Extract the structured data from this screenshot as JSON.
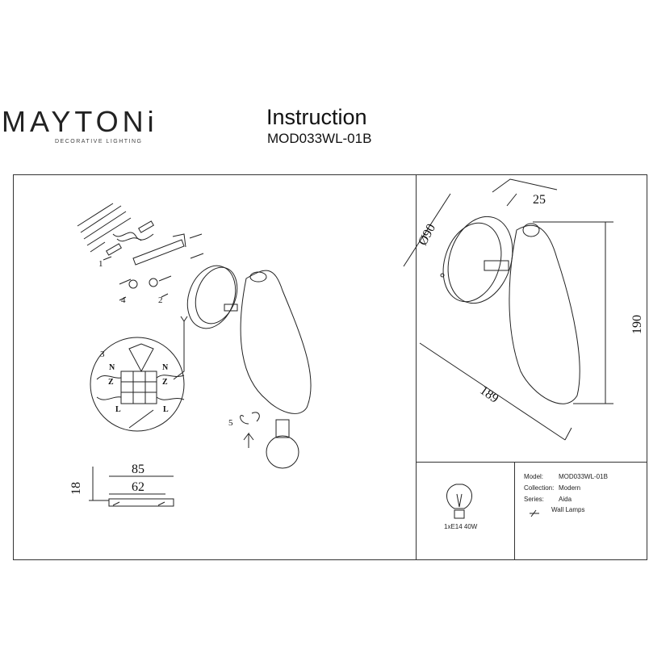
{
  "header": {
    "brand": "MAYTONi",
    "brand_sub": "DECORATIVE LIGHTING",
    "title": "Instruction",
    "model_code": "MOD033WL-01B"
  },
  "diagram": {
    "steps": [
      "1",
      "2",
      "3",
      "4",
      "5"
    ],
    "terminal_labels": [
      "N",
      "Z",
      "N",
      "Z",
      "L",
      "L"
    ],
    "mount_dims": [
      "85",
      "62",
      "18"
    ],
    "lamp_dims": [
      "25",
      "Ø90",
      "190",
      "189"
    ]
  },
  "spec": {
    "bulb": "1xE14 40W",
    "model_label": "Model:",
    "model_value": "MOD033WL-01B",
    "collection_label": "Collection:",
    "collection_value": "Modern",
    "series_label": "Series:",
    "series_value": "Aida",
    "type_value": "Wall Lamps"
  }
}
